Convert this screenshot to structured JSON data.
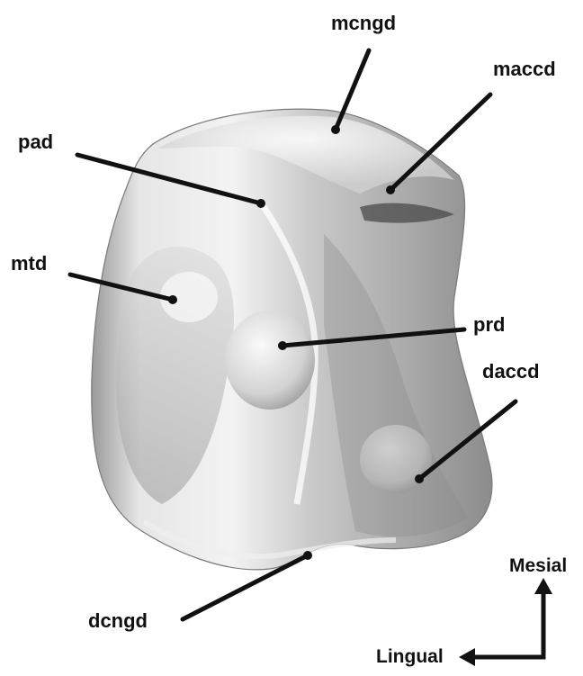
{
  "labels": {
    "mcngd": "mcngd",
    "maccd": "maccd",
    "pad": "pad",
    "mtd": "mtd",
    "prd": "prd",
    "daccd": "daccd",
    "dcngd": "dcngd"
  },
  "orientation": {
    "mesial": "Mesial",
    "lingual": "Lingual"
  },
  "colors": {
    "background": "#ffffff",
    "ink": "#111111",
    "tooth_light": "#f4f4f4",
    "tooth_mid": "#b9b9b9",
    "tooth_dark": "#6e6e6e"
  }
}
